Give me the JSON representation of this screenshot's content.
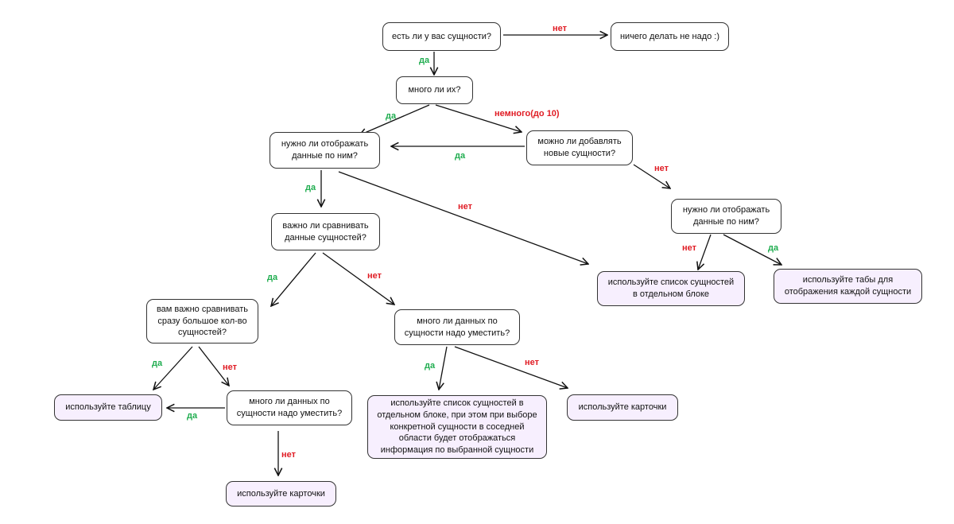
{
  "colors": {
    "yes": "#1fad4f",
    "no": "#e01c24",
    "answer_fill": "#f7effe",
    "border": "#333333"
  },
  "nodes": {
    "q_have": "есть ли у вас сущности?",
    "a_nothing": "ничего делать не надо :)",
    "q_many": "много ли их?",
    "q_show_data": "нужно ли отображать\nданные по ним?",
    "q_can_add": "можно ли добавлять\nновые сущности?",
    "q_show_data_right": "нужно ли отображать\nданные по ним?",
    "q_compare": "важно ли сравнивать\nданные сущностей?",
    "a_list_block": "используйте список сущностей\nв отдельном блоке",
    "a_tabs": "используйте табы для\nотображения каждой сущности",
    "q_compare_many": "вам важно сравнивать\nсразу большое кол-во\nсущностей?",
    "q_much_data_mid": "много ли данных по\nсущности  надо уместить?",
    "a_table": "используйте таблицу",
    "q_much_data_left": "много ли данных по\nсущности  надо уместить?",
    "a_list_detail": "используйте список сущностей в\nотдельном блоке, при этом при выборе\nконкретной сущности в соседней\nобласти будет отображаться\nинформация по выбранной сущности",
    "a_cards_mid": "используйте карточки",
    "a_cards_bottom": "используйте карточки"
  },
  "edge_labels": {
    "have_no": "нет",
    "have_yes": "да",
    "many_yes": "да",
    "many_few": "немного(до 10)",
    "canadd_yes": "да",
    "canadd_no": "нет",
    "show_yes": "да",
    "show_no": "нет",
    "showright_no": "нет",
    "showright_yes": "да",
    "compare_yes": "да",
    "compare_no": "нет",
    "comparemany_yes": "да",
    "comparemany_no": "нет",
    "muchmid_yes": "да",
    "muchmid_no": "нет",
    "muchleft_yes": "да",
    "muchleft_no": "нет"
  }
}
